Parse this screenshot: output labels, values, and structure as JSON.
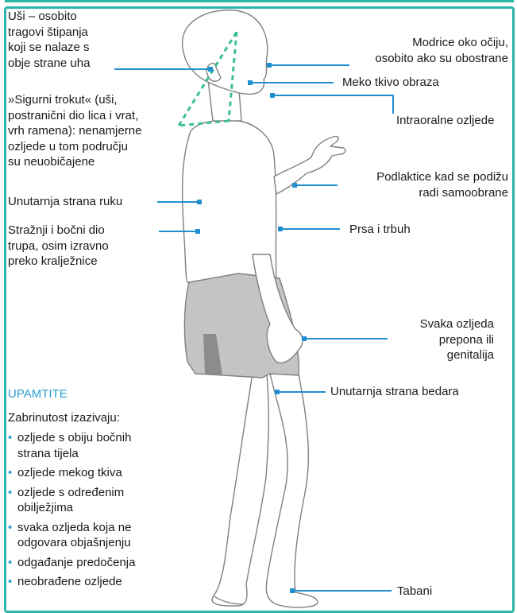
{
  "annotations": {
    "ears": "Uši – osobito\ntragovi štipanja\nkoji se nalaze s\nobje strane uha",
    "eyes": "Modrice oko očiju,\nosobito ako su obostrane",
    "cheeks": "Meko tkivo obraza",
    "intraoral": "Intraoralne ozljede",
    "safe_triangle": "»Sigurni trokut« (uši,\npostranični dio lica i vrat,\nvrh ramena): nenamjerne\nozljede u tom području\nsu neuobičajene",
    "forearms": "Podlaktice kad se podižu\nradi samoobrane",
    "inner_arms": "Unutarnja strana ruku",
    "back_sides": "Stražnji i bočni dio\ntrupa, osim izravno\npreko kralježnice",
    "chest": "Prsa i trbuh",
    "groin": "Svaka ozljeda\nprepona ili\ngenitalija",
    "thighs": "Unutarnja strana bedara",
    "soles": "Tabani"
  },
  "remember": {
    "title": "UPAMTITE",
    "intro": "Zabrinutost izazivaju:",
    "items": [
      "ozljede s obiju bočnih\nstrana tijela",
      "ozljede mekog tkiva",
      "ozljede s određenim\nobilježjima",
      "svaka ozljeda koja ne\nodgovara objašnjenju",
      "odgađanje predočenja",
      "neobrađene ozljede"
    ]
  },
  "colors": {
    "frame": "#2bb7a5",
    "pointer": "#1f8fd0",
    "title_accent": "#2a9fd6",
    "shorts": "#c4c4c4",
    "figure_outline": "#808080",
    "triangle": "#3cbf8f"
  }
}
